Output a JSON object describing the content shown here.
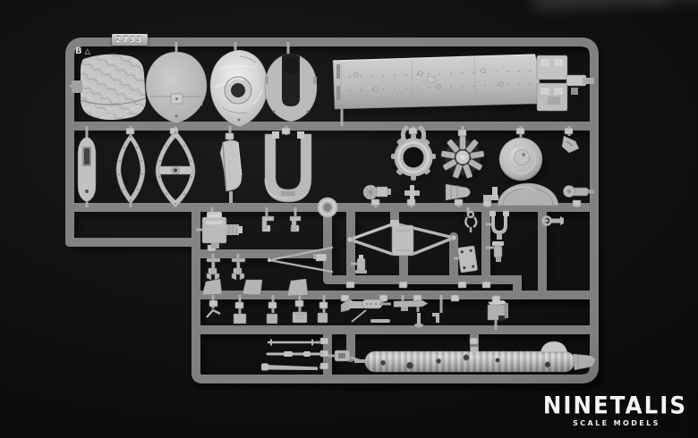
{
  "scene": {
    "description": "Photograph of a grey injection-moulded model kit sprue on a black background",
    "sprue_letter": "B",
    "recycling_symbol": "△",
    "mould_stamp": "2733",
    "plastic_color": "#b9b9b7",
    "background_color": "#0d0d0f",
    "parts": [
      "quilted-seat-panel",
      "oval-bulkhead",
      "cowling-ring-shell",
      "slotted-cowling-former",
      "fuselage-deck-panel",
      "engine-bearer-blocks",
      "narrow-former",
      "small-oval-frame",
      "large-oval-frame-with-crossbar",
      "curved-side-panel",
      "u-shaped-former",
      "exhaust-collector-ring",
      "radial-engine",
      "engine-cowling-dome",
      "arrow-bracket",
      "gear-pump",
      "t-fitting",
      "venturi-cone",
      "l-bracket",
      "half-dome-fairing",
      "drum-machine-gun",
      "accessory-block",
      "corner-brackets",
      "ring-grommet",
      "cabane-strut-frame",
      "small-pump",
      "drilled-plate",
      "hook-fitting",
      "fork-fitting",
      "bolt-fitting",
      "spanner-fitting",
      "strut-clamps",
      "v-strut",
      "windscreen-panels",
      "small-blocks",
      "machine-gun-with-stock",
      "gun-body",
      "mounting-post",
      "ammunition-box",
      "axle-rods",
      "tapered-strut",
      "small-block",
      "ribbed-float-cylinder"
    ]
  },
  "watermark": {
    "brand": "NINETALIS",
    "tagline": "SCALE MODELS",
    "color": "#f5f5f3"
  }
}
